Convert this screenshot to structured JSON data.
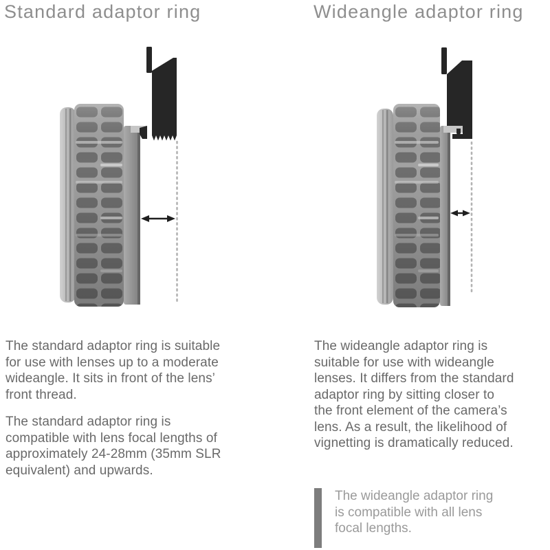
{
  "standard": {
    "heading": "Standard adaptor ring",
    "para1": "The standard adaptor ring is suitable\nfor use with lenses up to a moderate\nwideangle. It sits in front of the lens’\nfront thread.",
    "para2": "The standard adaptor ring is\ncompatible with lens focal lengths of\napproximately 24-28mm (35mm SLR\nequivalent) and upwards."
  },
  "wideangle": {
    "heading": "Wideangle adaptor ring",
    "para": "The wideangle adaptor ring is\nsuitable for use with wideangle\nlenses. It differs from the standard\nadaptor ring by sitting closer to\nthe front element of the camera’s\nlens. As a result, the likelihood of\nvignetting is dramatically reduced.",
    "callout": "The wideangle adaptor ring\nis compatible with all lens\nfocal lengths."
  },
  "colors": {
    "heading": "#8e8e8e",
    "body": "#696969",
    "callout": "#9a9a9a",
    "bar": "#7d7d7d",
    "adaptor": "#262626",
    "arrow": "#1f1f1f",
    "dot": "#b3b3b3",
    "lens-base": "#a2a2a2",
    "lens-bump": "#6f6f6f",
    "thread": "#c6c6c6"
  }
}
